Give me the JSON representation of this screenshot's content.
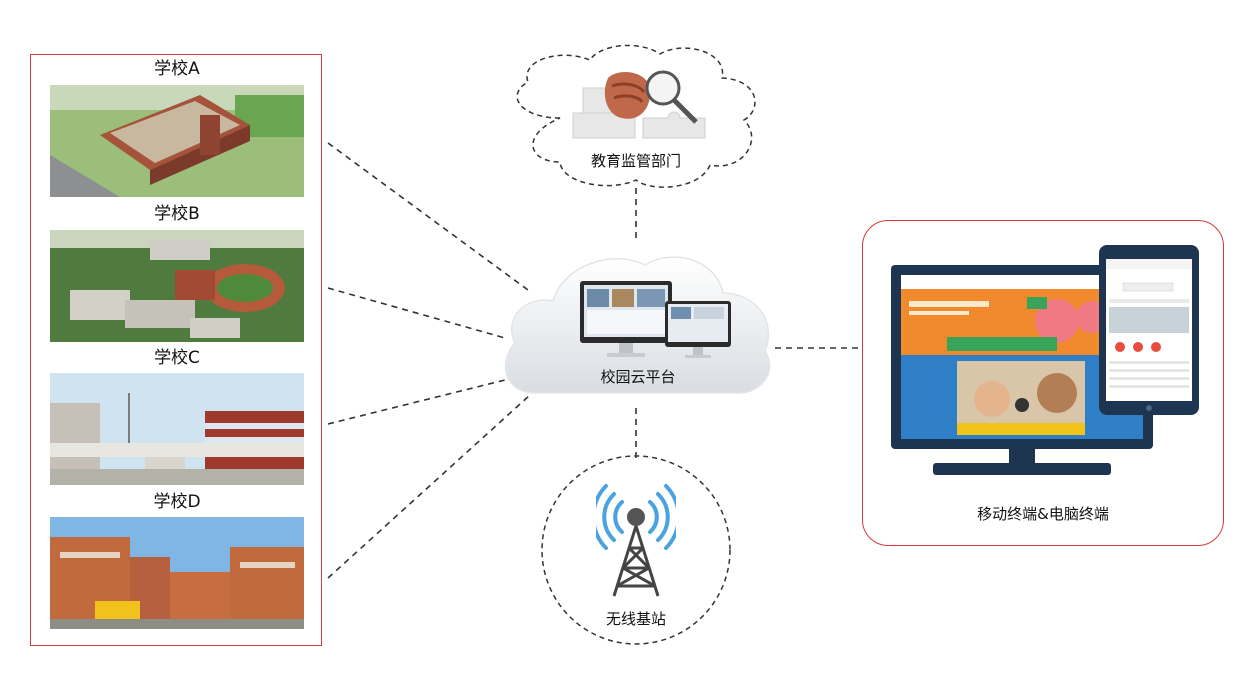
{
  "schools": [
    {
      "label": "学校A"
    },
    {
      "label": "学校B"
    },
    {
      "label": "学校C"
    },
    {
      "label": "学校D"
    }
  ],
  "nodes": {
    "supervision": "教育监管部门",
    "cloud": "校园云平台",
    "base_station": "无线基站",
    "terminals": "移动终端&电脑终端"
  },
  "icons": {
    "supervision": "magnifier-puzzle-icon",
    "cloud": "cloud-computer-icon",
    "base_station": "antenna-tower-icon",
    "terminals": "monitor-phone-icon"
  },
  "colors": {
    "border_red": "#d93a3a",
    "connector": "#333333",
    "signal_blue": "#4aa3e0"
  }
}
